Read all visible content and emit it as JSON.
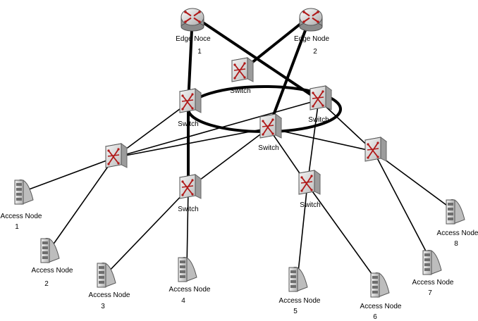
{
  "edge_nodes": [
    {
      "label": "Edge Noce",
      "number": "1"
    },
    {
      "label": "Edge Node",
      "number": "2"
    }
  ],
  "switches": [
    {
      "label": "Switch"
    },
    {
      "label": "Switch"
    },
    {
      "label": "Switch"
    },
    {
      "label": "Switch"
    },
    {
      "label": ""
    },
    {
      "label": "Switch"
    },
    {
      "label": "Switch"
    },
    {
      "label": ""
    }
  ],
  "access_nodes": [
    {
      "label": "Access Node",
      "number": "1"
    },
    {
      "label": "Access Node",
      "number": "2"
    },
    {
      "label": "Access Node",
      "number": "3"
    },
    {
      "label": "Access Node",
      "number": "4"
    },
    {
      "label": "Access Node",
      "number": "5"
    },
    {
      "label": "Access Node",
      "number": "6"
    },
    {
      "label": "Access Node",
      "number": "7"
    },
    {
      "label": "Access Node",
      "number": "8"
    }
  ],
  "colors": {
    "link": "#000000",
    "router_body": "#d8d8d8",
    "switch_body": "#e4e4e4",
    "arrow_red": "#b01818",
    "server_body": "#cfcfcf"
  }
}
